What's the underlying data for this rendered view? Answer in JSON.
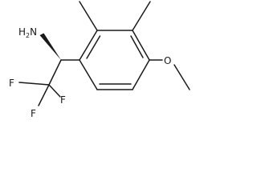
{
  "molecule": {
    "atoms": {
      "amine": {
        "symbol": "H",
        "subscript": "2",
        "suffix": "N"
      },
      "fluorine_1": "F",
      "fluorine_2": "F",
      "fluorine_3": "F",
      "methoxy_oxygen": "O"
    },
    "colors": {
      "ink": "#1a1a1a",
      "background": "#ffffff"
    }
  }
}
